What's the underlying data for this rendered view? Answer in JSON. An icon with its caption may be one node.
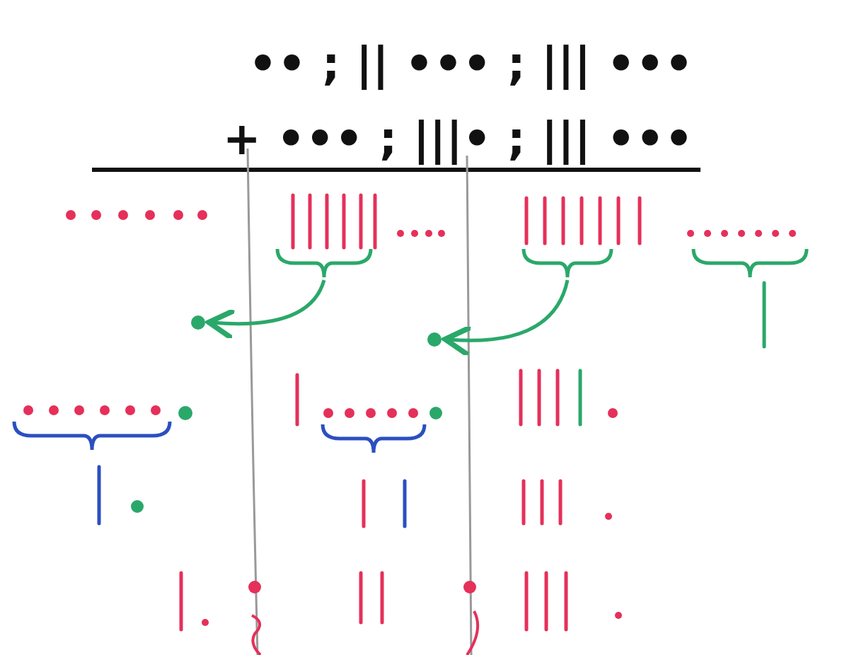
{
  "diagram": {
    "nodes": [
      {
        "text": [],
        "shape": "bracket"
      },
      {
        "text": [],
        "shape": "circle"
      },
      {
        "text": [],
        "shape": "bracket"
      },
      {
        "text": [],
        "shape": "circle"
      }
    ],
    "edges": [
      {
        "from": 0,
        "to": 1,
        "arrow": "to"
      },
      {
        "from": 2,
        "to": 3,
        "arrow": "to"
      }
    ],
    "labels": [
      "•• ; || ••• ; ||| •••",
      "+ ••• ; |||• ; ||| •••"
    ]
  }
}
